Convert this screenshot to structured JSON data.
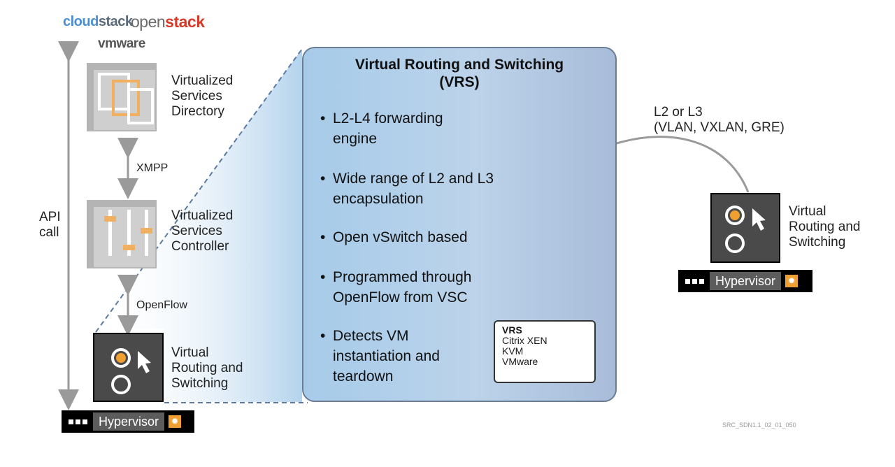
{
  "logos": {
    "cloudstack_a": "cloud",
    "cloudstack_b": "stack",
    "openstack_a": "open",
    "openstack_b": "stack",
    "vmware": "vmware"
  },
  "left": {
    "api_call": [
      "API",
      "call"
    ],
    "vsd": [
      "Virtualized",
      "Services",
      "Directory"
    ],
    "xmpp": "XMPP",
    "vsc": [
      "Virtualized",
      "Services",
      "Controller"
    ],
    "openflow": "OpenFlow",
    "vrs": [
      "Virtual",
      "Routing and",
      "Switching"
    ],
    "hypervisor": "Hypervisor"
  },
  "panel": {
    "title": [
      "Virtual Routing and Switching",
      "(VRS)"
    ],
    "bullets": [
      [
        "L2-L4 forwarding",
        "engine"
      ],
      [
        "Wide range of L2 and L3",
        "encapsulation"
      ],
      [
        "Open vSwitch based"
      ],
      [
        "Programmed through",
        "OpenFlow from VSC"
      ],
      [
        "Detects VM",
        "instantiation and",
        "teardown"
      ]
    ],
    "box": {
      "title": "VRS",
      "items": [
        "Citrix XEN",
        "KVM",
        "VMware"
      ]
    }
  },
  "right": {
    "link": [
      "L2 or L3",
      "(VLAN, VXLAN, GRE)"
    ],
    "vrs": [
      "Virtual",
      "Routing and",
      "Switching"
    ],
    "hypervisor": "Hypervisor"
  },
  "source_code": "SRC_SDN1.1_02_01_050",
  "colors": {
    "accent_orange": "#f0a030",
    "panel_blue": "#a6cbe9",
    "icon_gray": "#4a4a4a"
  }
}
